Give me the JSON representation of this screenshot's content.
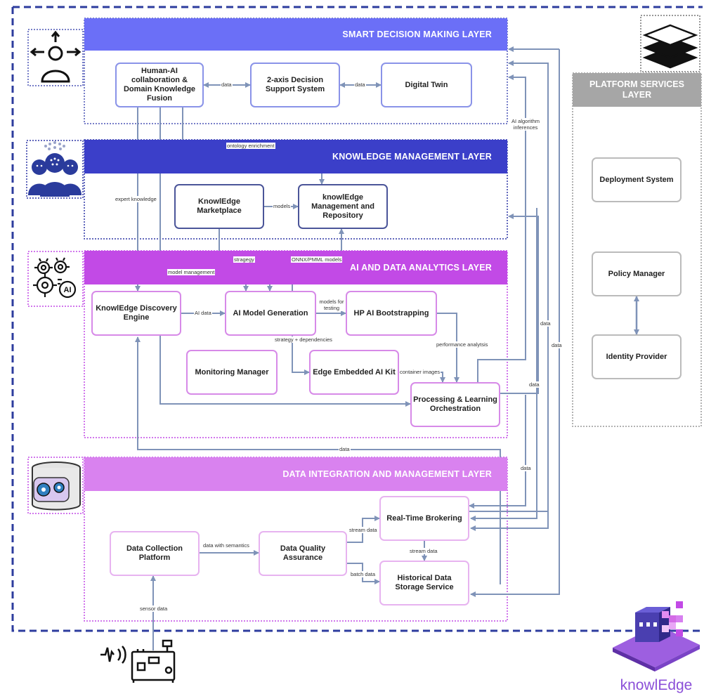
{
  "layers": {
    "smart": "SMART DECISION MAKING LAYER",
    "knowledge": "KNOWLEDGE MANAGEMENT LAYER",
    "ai": "AI AND DATA ANALYTICS LAYER",
    "data": "DATA INTEGRATION AND MANAGEMENT LAYER",
    "platform": "PLATFORM SERVICES LAYER"
  },
  "nodes": {
    "human_ai": "Human-AI collaboration & Domain Knowledge Fusion",
    "decision_support": "2-axis Decision Support System",
    "digital_twin": "Digital Twin",
    "marketplace": "KnowlEdge Marketplace",
    "km_repo": "knowlEdge Management and Repository",
    "discovery": "KnowlEdge Discovery Engine",
    "model_gen": "AI Model Generation",
    "bootstrapping": "HP AI Bootstrapping",
    "monitoring": "Monitoring Manager",
    "edge_kit": "Edge Embedded AI Kit",
    "processing": "Processing & Learning Orchestration",
    "data_collection": "Data Collection Platform",
    "data_quality": "Data Quality Assurance",
    "brokering": "Real-Time Brokering",
    "historical": "Historical Data Storage Service",
    "deployment": "Deployment System",
    "policy": "Policy Manager",
    "identity": "Identity Provider"
  },
  "edges": {
    "data1": "data",
    "data2": "data",
    "ontology": "ontology enrichment",
    "ai_algo": "AI algorithm inferences",
    "expert": "expert knowledge",
    "models": "models",
    "stragegy": "stragegy",
    "onnx": "ONNX/PMML models",
    "model_mgmt": "model management",
    "ai_data": "AI data",
    "models_testing": "models for testing",
    "strategy_dep": "strategy + dependencies",
    "perf": "performance analytsis",
    "container": "container images",
    "data_r1": "data",
    "data_r2": "data",
    "data_r3": "data",
    "data_r4": "data",
    "data_bottom": "data",
    "semantics": "data with semantics",
    "stream1": "stream data",
    "stream2": "stream data",
    "batch": "batch data",
    "sensor": "sensor data"
  },
  "brand": "knowlEdge",
  "colors": {
    "smart_band": "#6b6ff7",
    "knowledge_band": "#3b3fc9",
    "ai_band": "#c24ae6",
    "data_band": "#d982ef",
    "platform_band": "#a6a6a6",
    "arrow": "#7f93b8",
    "frame": "#2d3c9e"
  }
}
